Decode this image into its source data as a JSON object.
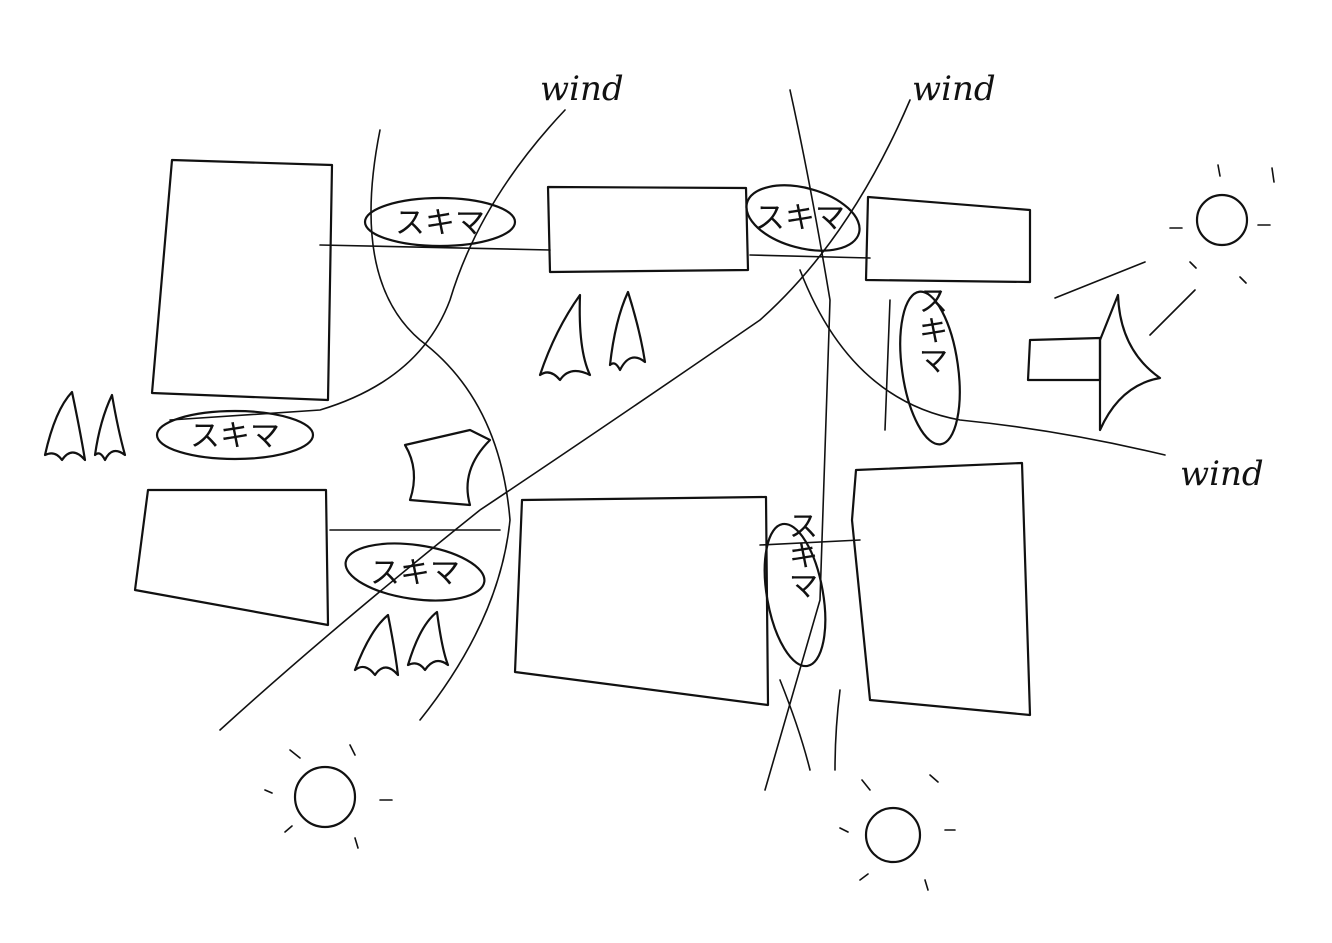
{
  "title": "Sketch: gaps (スキマ) between buildings with wind paths, trees and sun",
  "labels": {
    "wind": [
      "wind",
      "wind",
      "wind"
    ],
    "gaps": [
      "スキマ",
      "スキマ",
      "スキマ",
      "スキマ",
      "スキマ",
      "スキマ"
    ]
  },
  "colors": {
    "ink": "#111111",
    "paper": "#ffffff"
  }
}
